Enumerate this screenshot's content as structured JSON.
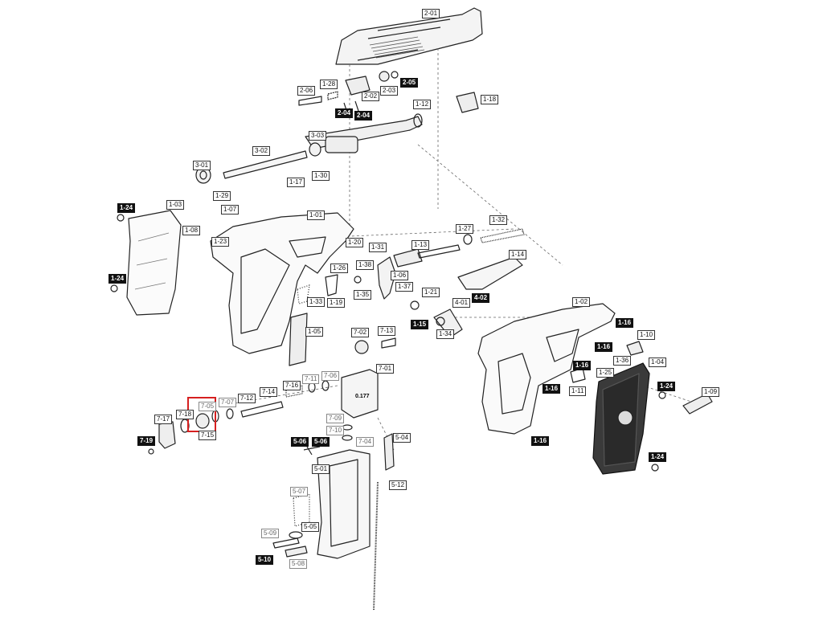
{
  "highlight_color": "#d62020",
  "labels": {
    "l2_01": "2-01",
    "l2_05": "2-05",
    "l2_06": "2-06",
    "l1_28": "1-28",
    "l2_02": "2-02",
    "l2_03": "2-03",
    "l2_04a": "2-04",
    "l2_04b": "2-04",
    "l1_18": "1-18",
    "l1_12": "1-12",
    "l3_03": "3-03",
    "l3_02": "3-02",
    "l3_01": "3-01",
    "l1_17": "1-17",
    "l1_30": "1-30",
    "l1_29": "1-29",
    "l1_24a": "1-24",
    "l1_03": "1-03",
    "l1_07": "1-07",
    "l1_01": "1-01",
    "l1_08": "1-08",
    "l1_23": "1-23",
    "l1_24b": "1-24",
    "l1_20": "1-20",
    "l1_31": "1-31",
    "l1_27": "1-27",
    "l1_32": "1-32",
    "l1_13": "1-13",
    "l1_14": "1-14",
    "l1_26": "1-26",
    "l1_38": "1-38",
    "l1_06": "1-06",
    "l1_37": "1-37",
    "l1_35": "1-35",
    "l1_21": "1-21",
    "l1_33": "1-33",
    "l1_19": "1-19",
    "l4_01": "4-01",
    "l4_02": "4-02",
    "l1_02": "1-02",
    "l1_15": "1-15",
    "l1_34": "1-34",
    "l1_05": "1-05",
    "l1_16a": "1-16",
    "l1_10": "1-10",
    "l1_16b": "1-16",
    "l1_36": "1-36",
    "l1_04": "1-04",
    "l1_16c": "1-16",
    "l1_25": "1-25",
    "l1_16d": "1-16",
    "l1_11": "1-11",
    "l1_24c": "1-24",
    "l1_09": "1-09",
    "l1_16e": "1-16",
    "l1_24d": "1-24",
    "l7_02": "7-02",
    "l7_13": "7-13",
    "l7_01": "7-01",
    "l7_11": "7-11",
    "l7_06": "7-06",
    "l7_16": "7-16",
    "l7_14": "7-14",
    "l7_12": "7-12",
    "l7_07": "7-07",
    "l7_05": "7-05",
    "l7_18": "7-18",
    "l7_17": "7-17",
    "l7_15": "7-15",
    "l7_19": "7-19",
    "l7_09": "7-09",
    "l7_10": "7-10",
    "l7_04": "7-04",
    "l5_06a": "5-06",
    "l5_06b": "5-06",
    "l5_04": "5-04",
    "l5_01": "5-01",
    "l5_12": "5-12",
    "l5_07": "5-07",
    "l5_05": "5-05",
    "l5_09": "5-09",
    "l5_10": "5-10",
    "l5_08": "5-08",
    "caliber_mark": "0.177"
  }
}
